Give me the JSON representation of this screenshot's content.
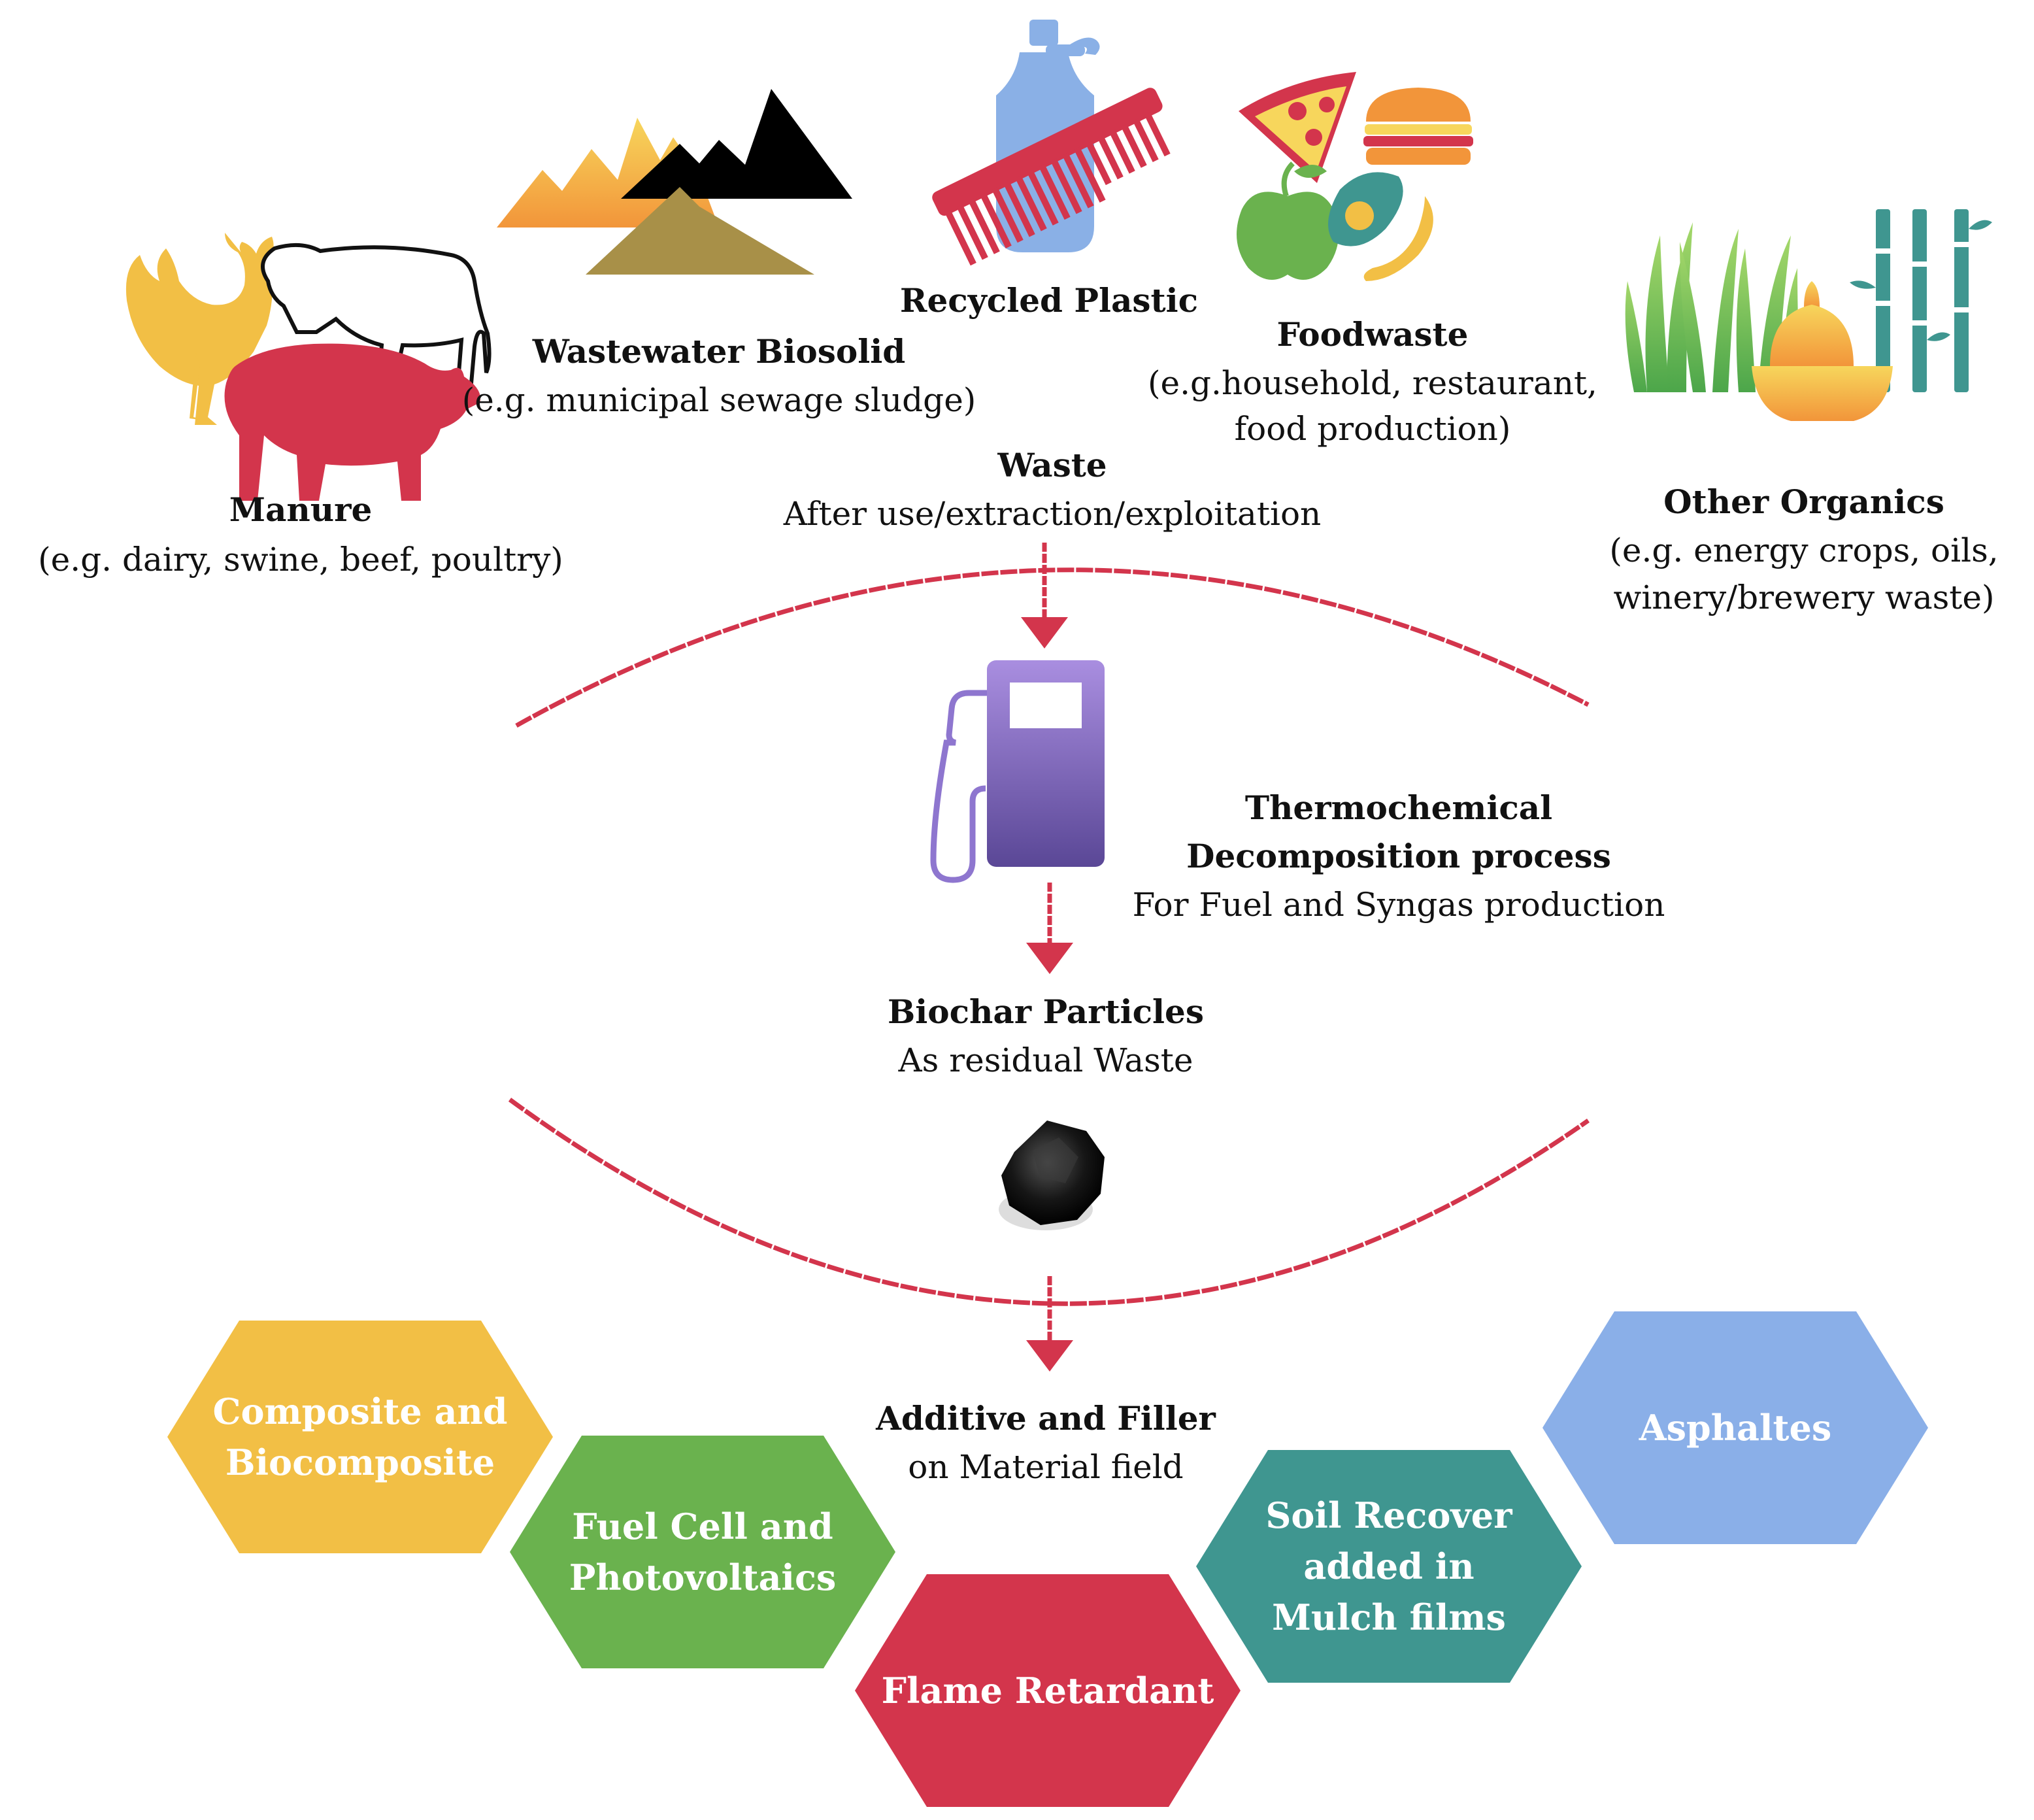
{
  "sources": [
    {
      "title": "Manure",
      "sub": [
        "(e.g. dairy, swine, beef, poultry)"
      ]
    },
    {
      "title": "Wastewater Biosolid",
      "sub": [
        "(e.g. municipal sewage sludge)"
      ]
    },
    {
      "title": "Recycled Plastic",
      "sub": []
    },
    {
      "title": "Foodwaste",
      "sub": [
        "(e.g.household, restaurant,",
        "food production)"
      ]
    },
    {
      "title": "Other Organics",
      "sub": [
        "(e.g. energy crops, oils,",
        "winery/brewery waste)"
      ]
    }
  ],
  "waste": {
    "title": "Waste",
    "sub": "After use/extraction/exploitation"
  },
  "process": {
    "title1": "Thermochemical",
    "title2": "Decomposition process",
    "sub": "For Fuel and Syngas production"
  },
  "biochar": {
    "title": "Biochar Particles",
    "sub": "As residual Waste"
  },
  "additive": {
    "title": "Additive and Filler",
    "sub": "on Material field"
  },
  "applications": [
    {
      "label": "Composite and\nBiocomposite",
      "color": "#F2BF45"
    },
    {
      "label": "Fuel Cell and\nPhotovoltaics",
      "color": "#6AB24E"
    },
    {
      "label": "Flame Retardant",
      "color": "#D3354C"
    },
    {
      "label": "Soil Recover\nadded in\nMulch films",
      "color": "#3F9690"
    },
    {
      "label": "Asphaltes",
      "color": "#8AAFE8"
    }
  ],
  "colors": {
    "arrow_red": "#D3354C",
    "pump_top": "#A98EE0",
    "pump_bottom": "#5A4796",
    "plastic_bottle": "#8AB0E6",
    "comb": "#D3354C",
    "rooster": "#F2BF45",
    "pig": "#D3354C"
  },
  "icons": [
    "rooster-icon",
    "cow-icon",
    "pig-icon",
    "mountains-icon",
    "bottle-icon",
    "comb-icon",
    "pizza-icon",
    "burger-icon",
    "apple-icon",
    "avocado-icon",
    "banana-icon",
    "grass-icon",
    "bamboo-icon",
    "bowl-icon",
    "fuel-pump-icon",
    "biochar-icon"
  ]
}
